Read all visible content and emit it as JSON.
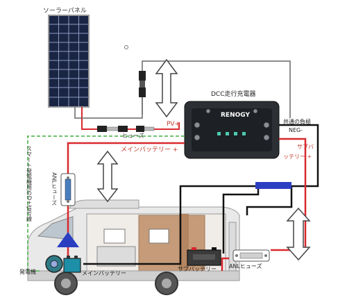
{
  "labels": {
    "solar_panel": "ソーラーパネル",
    "controller": "DCC走行充電器",
    "brand": "RENOGY",
    "pv_plus": "PV+",
    "fuse": "ヒューズ",
    "main_battery_plus": "メインバッテリー +",
    "common_neg_line1": "共通の負極",
    "common_neg_line2": "NEG-",
    "sub_battery_plus_line1": "サブバ",
    "sub_battery_plus_line2": "ッテリー +",
    "anl_fuse_left": "ANLヒューズ",
    "smart_generator_signal": "スマート発電機用のD+信号線",
    "alternator": "発電機",
    "main_battery": "メインバッテリー",
    "sub_battery": "サブバッテリー",
    "anl_fuse_right": "ANLヒューズ"
  },
  "colors": {
    "positive_wire": "#d8292f",
    "negative_wire": "#111111",
    "signal_wire": "#5cb85c",
    "pv_wire": "#555555",
    "bus_bar": "#2b3ec2",
    "controller_body": "#2c2f33",
    "rv_body": "#e8e8e8",
    "rv_interior": "#c79a78"
  },
  "icons": {
    "double_arrow": "double-arrow-icon",
    "direction_arrow": "up-arrow-icon"
  }
}
